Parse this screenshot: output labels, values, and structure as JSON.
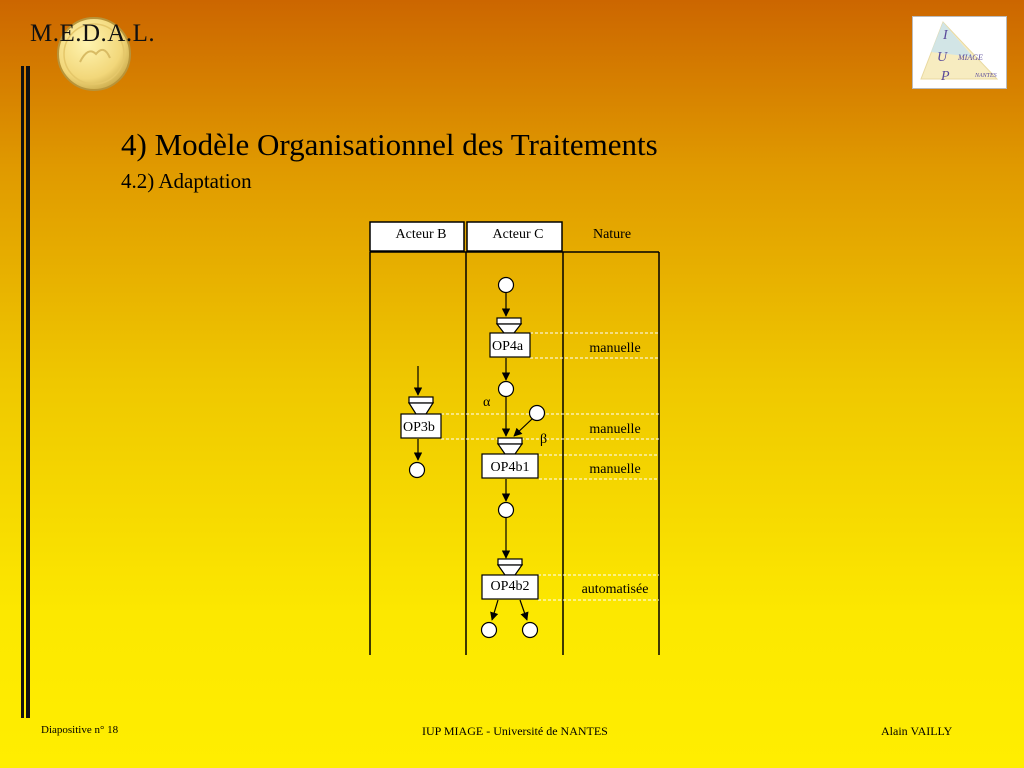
{
  "brand": {
    "label": "M.E.D.A.L."
  },
  "logo": {
    "letters": [
      "I",
      "U",
      "P"
    ],
    "words": [
      "MIAGE",
      "NANTES"
    ]
  },
  "slide": {
    "title": "4) Modèle Organisationnel des Traitements",
    "subtitle": "4.2) Adaptation"
  },
  "diagram": {
    "columns": [
      "Acteur B",
      "Acteur C",
      "Nature"
    ],
    "operations": [
      "OP4a",
      "OP3b",
      "OP4b1",
      "OP4b2"
    ],
    "natures": [
      "manuelle",
      "manuelle",
      "manuelle",
      "automatisée"
    ],
    "conditions": [
      "α",
      "β"
    ]
  },
  "footer": {
    "left": "Diapositive n° 18",
    "center": "IUP MIAGE - Université de NANTES",
    "right": "Alain VAILLY"
  },
  "colors": {
    "gradient_top": "#cc6600",
    "gradient_bottom": "#ffee00",
    "line": "#000000",
    "dashed": "#ffffff"
  }
}
